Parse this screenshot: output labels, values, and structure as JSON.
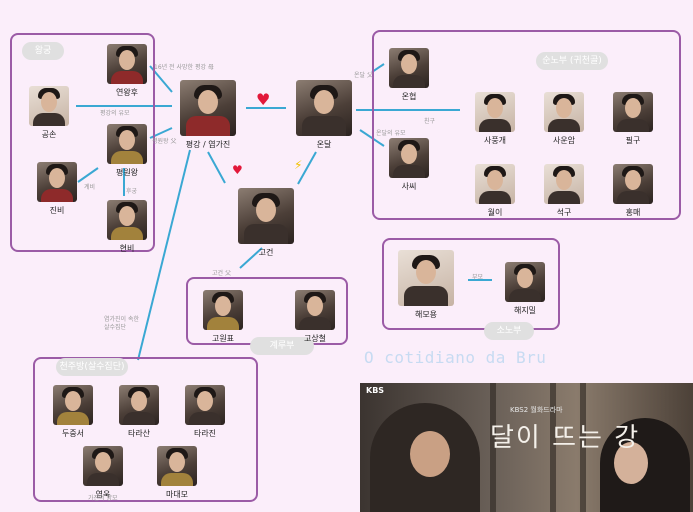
{
  "groups": {
    "palace": "왕궁",
    "sunobu": "순노부 (귀천골)",
    "gyerubu": "계루부",
    "sonobu": "소노부",
    "cheonjubang": "천주방(살수집단)"
  },
  "people": {
    "yeonwanghu": "연왕후",
    "gongson": "공손",
    "pyeongwonwang": "평원왕",
    "jinbi": "진비",
    "hyeonbi": "현비",
    "pyeonggang": "평강 / 염가진",
    "ondal": "온달",
    "eunhyeop": "온협",
    "sassi": "사씨",
    "sapunggae": "사풍개",
    "saunam": "사운암",
    "pilgu": "필구",
    "wori": "월이",
    "seokgu": "석구",
    "hongme": "홍매",
    "gogeon": "고건",
    "gowonpyo": "고원표",
    "gosangcheol": "고상철",
    "haemoyong": "해모용",
    "haejimil": "해지밀",
    "dujungseo": "두중서",
    "tarasan": "타라산",
    "tarajin": "타라진",
    "yeomuk": "염욱",
    "madaemo": "마대모"
  },
  "relations": {
    "palace_to_pyeonggang_top": "16년 전 사망한\n평강 母",
    "king_daughter": "평강의 유모",
    "king_to_pyeonggang": "평원왕 父",
    "jinbi_rel": "계비",
    "hyeonbi_rel": "후궁",
    "ondal_father": "온달 父",
    "ondal_mother": "온달의 유모",
    "sunobu_rel": "친구",
    "gogeon_rel": "고건 父",
    "sonobu_rel": "부모",
    "cheonjubang_rel": "염가진이 속한\n살수집단",
    "yeomuk_rel": "가진의 양모"
  },
  "watermark": "O cotidiano da Bru",
  "banner": {
    "kbs": "KBS",
    "network": "KBS2 월화드라마",
    "title": "달이 뜨는 강"
  },
  "colors": {
    "box_border": "#9b5ba6",
    "line": "#3aa8d3",
    "heart": "#e2183a"
  }
}
